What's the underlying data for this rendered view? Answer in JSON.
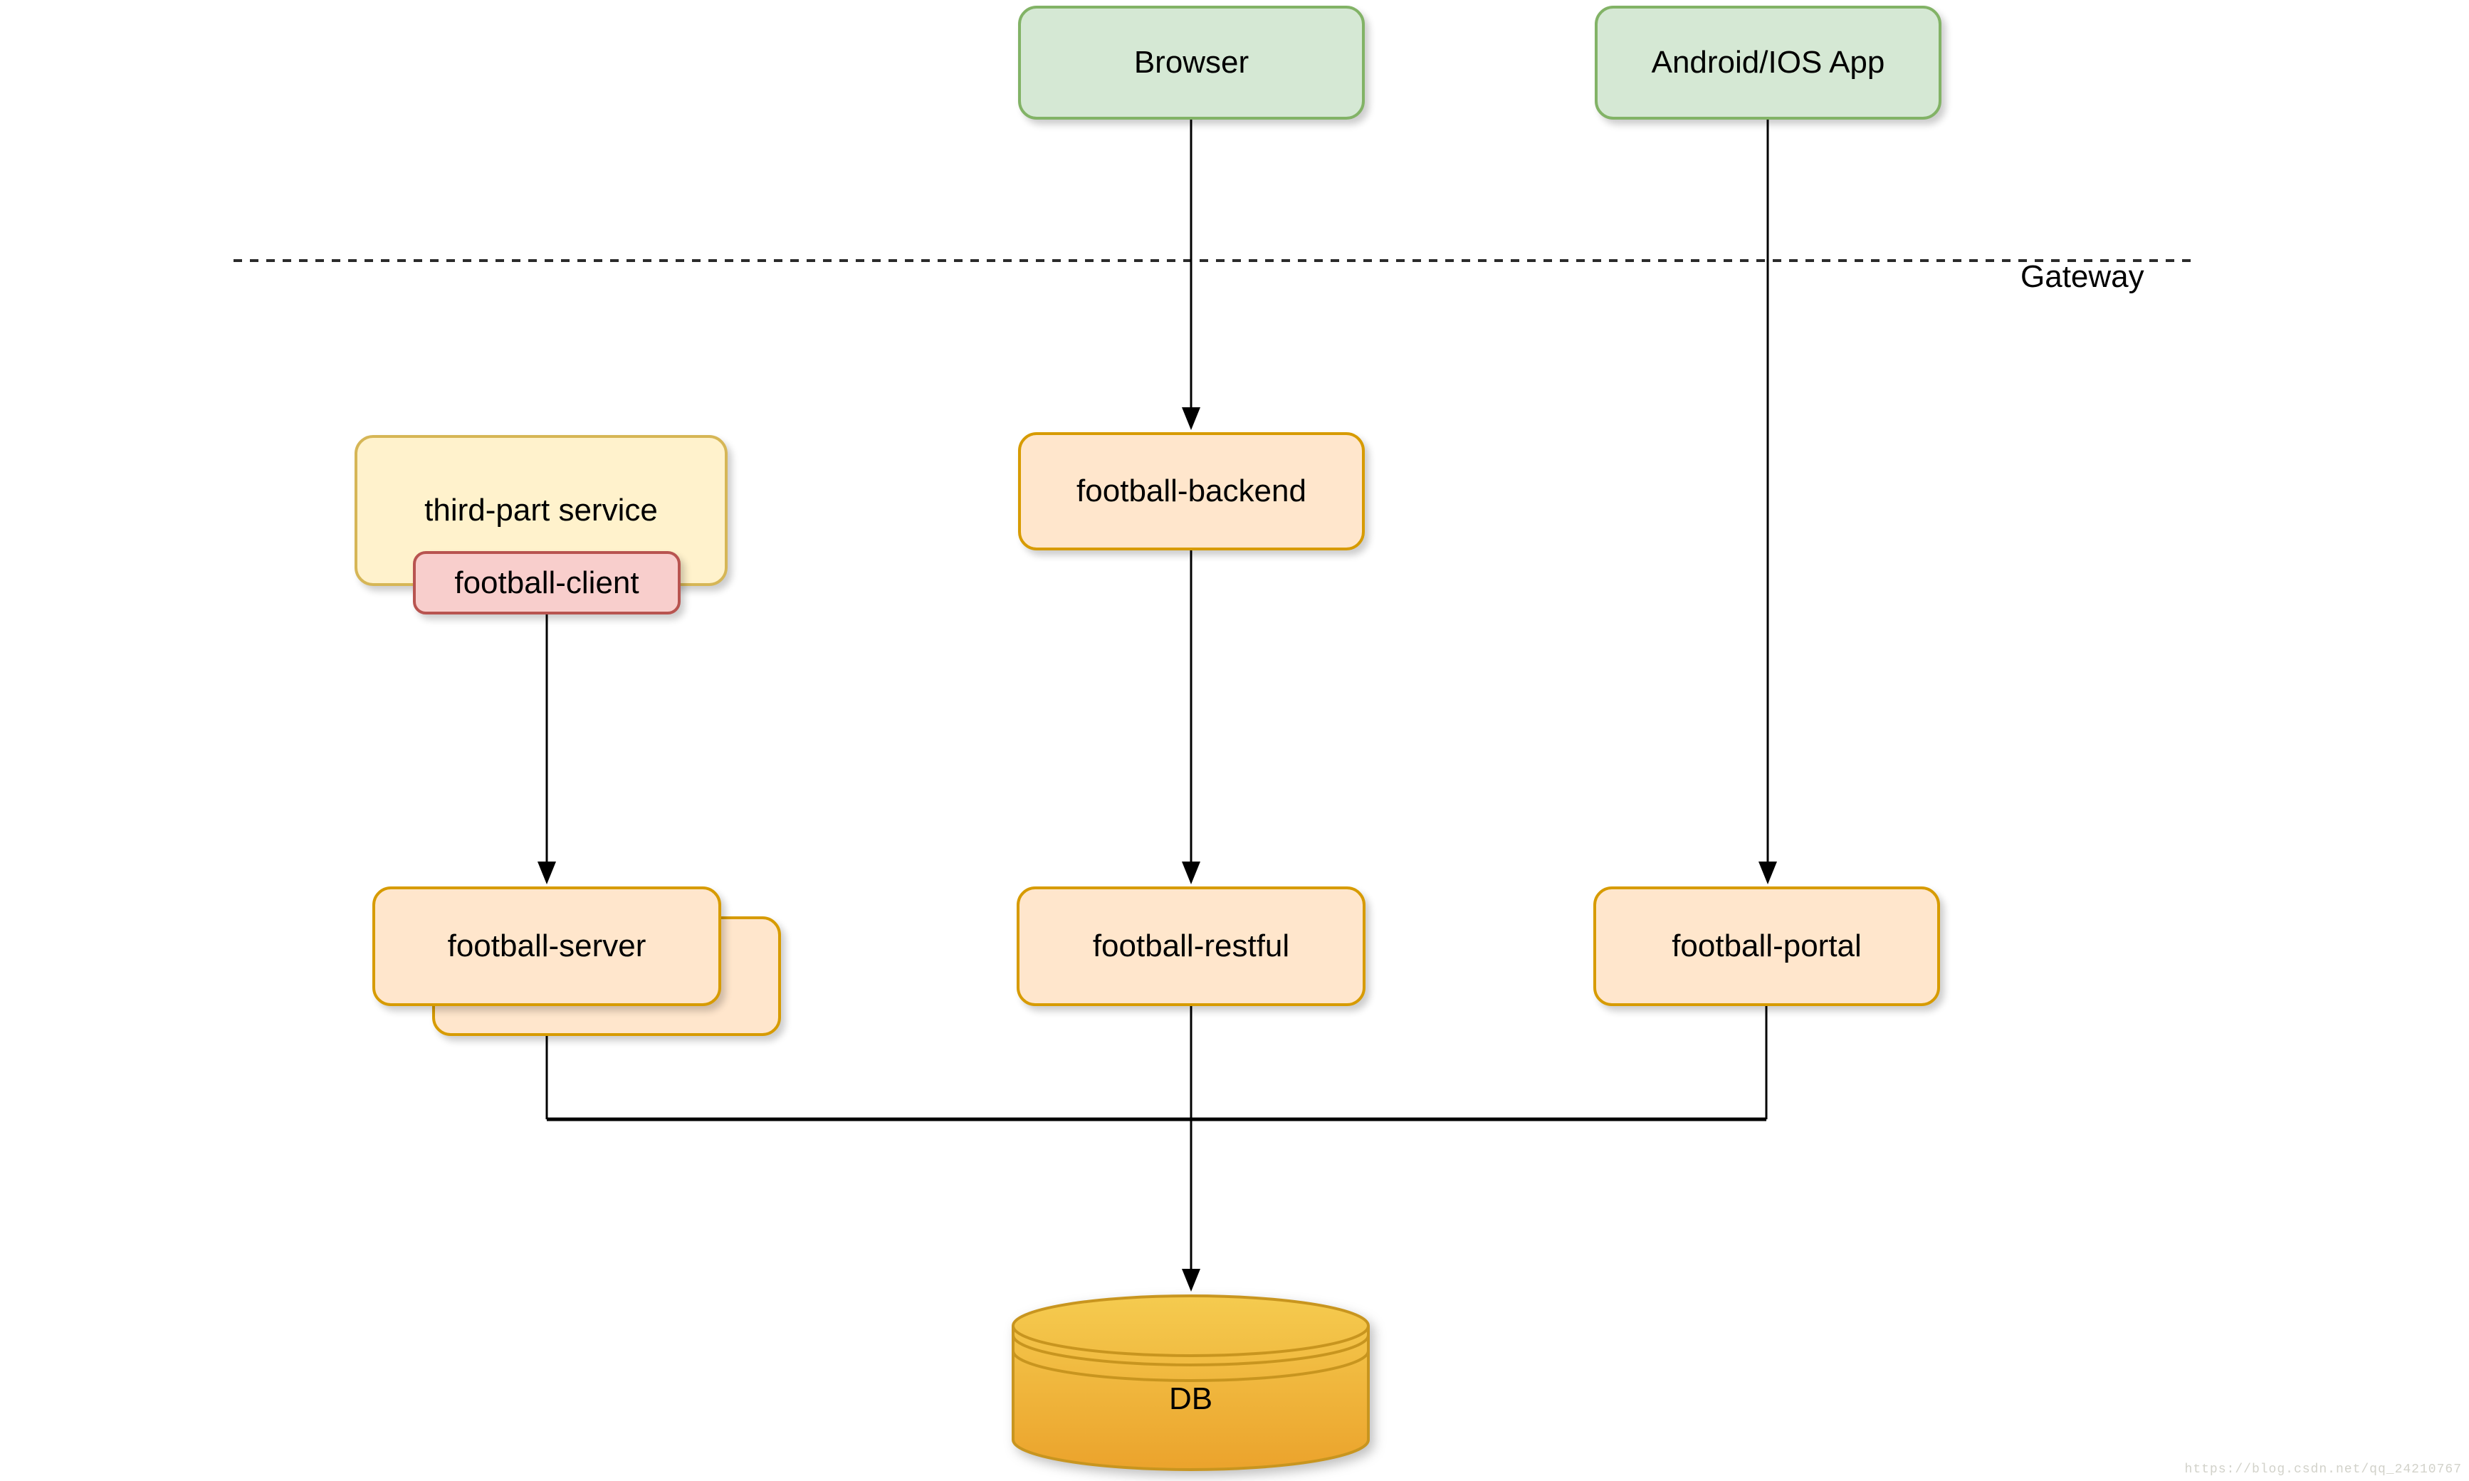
{
  "diagram_type": "architecture-diagram",
  "boundary": {
    "label": "Gateway"
  },
  "nodes": {
    "browser": {
      "label": "Browser",
      "fill": "#D5E8D4",
      "stroke": "#82B366"
    },
    "android_app": {
      "label": "Android/IOS App",
      "fill": "#D5E8D4",
      "stroke": "#82B366"
    },
    "third_part_service": {
      "label": "third-part service",
      "fill": "#FFF2CC",
      "stroke": "#D6B656"
    },
    "football_client": {
      "label": "football-client",
      "fill": "#F8CECC",
      "stroke": "#B85450"
    },
    "football_backend": {
      "label": "football-backend",
      "fill": "#FFE6CC",
      "stroke": "#D79B00"
    },
    "football_server": {
      "label": "football-server",
      "fill": "#FFE6CC",
      "stroke": "#D79B00",
      "stacked": true
    },
    "football_restful": {
      "label": "football-restful",
      "fill": "#FFE6CC",
      "stroke": "#D79B00"
    },
    "football_portal": {
      "label": "football-portal",
      "fill": "#FFE6CC",
      "stroke": "#D79B00"
    },
    "db": {
      "label": "DB",
      "fill_top": "#F5CB4F",
      "fill_bottom": "#EBA32C",
      "stroke": "#C8951F"
    }
  },
  "edges": [
    {
      "from": "Browser",
      "to": "football-backend"
    },
    {
      "from": "Android/IOS App",
      "to": "football-portal"
    },
    {
      "from": "football-client",
      "to": "football-server"
    },
    {
      "from": "football-backend",
      "to": "football-restful"
    },
    {
      "from": "football-server",
      "to": "DB"
    },
    {
      "from": "football-restful",
      "to": "DB"
    },
    {
      "from": "football-portal",
      "to": "DB"
    }
  ],
  "line_color": "#000000",
  "watermark": "https://blog.csdn.net/qq_24210767"
}
